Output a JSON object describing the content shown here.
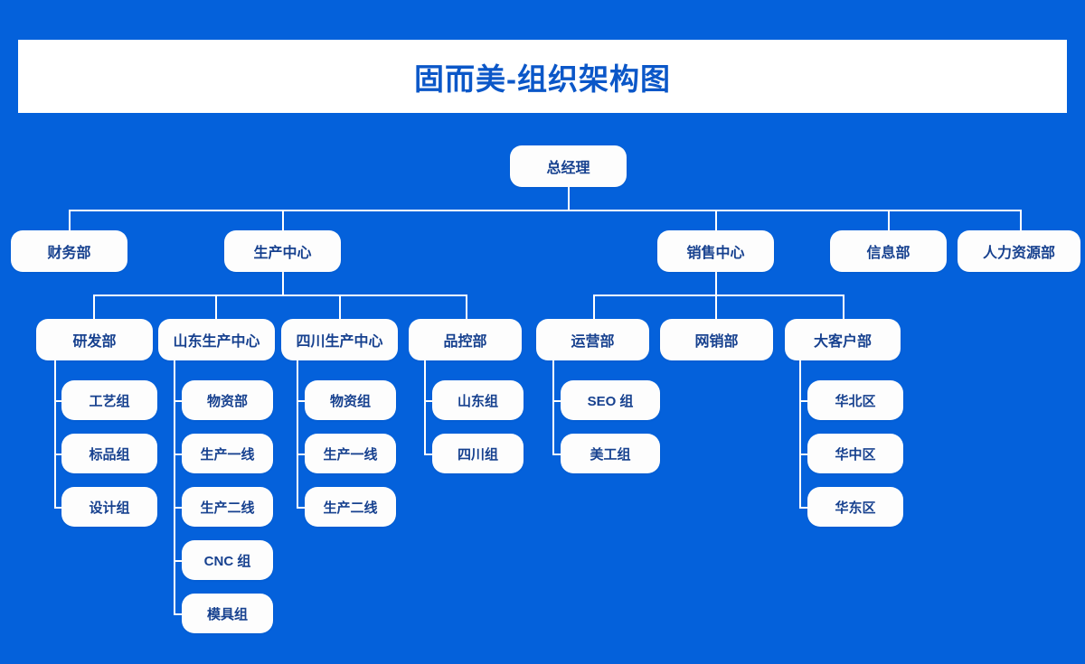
{
  "page": {
    "title": "固而美-组织架构图",
    "background_color": "#0461db",
    "node_fill_color": "#fdfdfd",
    "node_text_color": "#17418f",
    "title_text_color": "#0b57c8",
    "connector_color": "#ffffff"
  },
  "org_chart": {
    "type": "org-tree",
    "root": {
      "id": "gm",
      "label": "总经理",
      "level": 0
    },
    "level1": [
      {
        "id": "finance",
        "label": "财务部",
        "level": 1
      },
      {
        "id": "production",
        "label": "生产中心",
        "level": 1
      },
      {
        "id": "sales",
        "label": "销售中心",
        "level": 1
      },
      {
        "id": "it",
        "label": "信息部",
        "level": 1
      },
      {
        "id": "hr",
        "label": "人力资源部",
        "level": 1
      }
    ],
    "level2": [
      {
        "id": "rnd",
        "label": "研发部",
        "level": 2,
        "parent": "production"
      },
      {
        "id": "sd-prod",
        "label": "山东生产中心",
        "level": 2,
        "parent": "production"
      },
      {
        "id": "sc-prod",
        "label": "四川生产中心",
        "level": 2,
        "parent": "production"
      },
      {
        "id": "qc",
        "label": "品控部",
        "level": 2,
        "parent": "production"
      },
      {
        "id": "ops",
        "label": "运营部",
        "level": 2,
        "parent": "sales"
      },
      {
        "id": "online",
        "label": "网销部",
        "level": 2,
        "parent": "sales"
      },
      {
        "id": "keyaccount",
        "label": "大客户部",
        "level": 2,
        "parent": "sales"
      }
    ],
    "level3": {
      "rnd": [
        "工艺组",
        "标品组",
        "设计组"
      ],
      "sd_prod": [
        "物资部",
        "生产一线",
        "生产二线",
        "CNC 组",
        "模具组"
      ],
      "sc_prod": [
        "物资组",
        "生产一线",
        "生产二线"
      ],
      "qc": [
        "山东组",
        "四川组"
      ],
      "ops": [
        "SEO 组",
        "美工组"
      ],
      "keyaccount": [
        "华北区",
        "华中区",
        "华东区"
      ]
    }
  }
}
